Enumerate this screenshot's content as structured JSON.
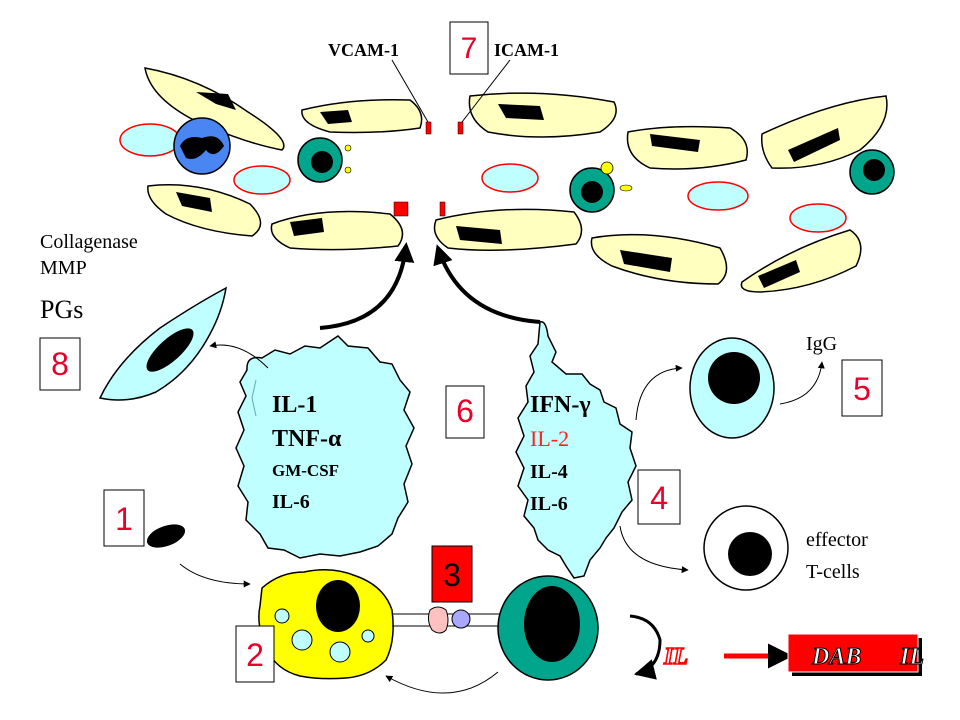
{
  "labels": {
    "vcam": "VCAM-1",
    "icam": "ICAM-1",
    "collagenase": "Collagenase",
    "mmp": "MMP",
    "pgs": "PGs",
    "igg": "IgG",
    "effector": "effector",
    "tcells": "T-cells"
  },
  "left_cytokines": {
    "il1": "IL-1",
    "tnf": "TNF-α",
    "gmcsf": "GM-CSF",
    "il6": "IL-6"
  },
  "right_cytokines": {
    "ifn": "IFN-γ",
    "il2": "IL-2",
    "il4": "IL-4",
    "il6": "IL-6"
  },
  "boxes": {
    "b1": "1",
    "b2": "2",
    "b3": "3",
    "b4": "4",
    "b5": "5",
    "b6": "6",
    "b7": "7",
    "b8": "8"
  },
  "drug": {
    "label": "DAB",
    "target_left": "IL",
    "target_right": "IL"
  },
  "colors": {
    "endothelium": "#ffffc0",
    "cytokine_cloud": "#c0ffff",
    "apc": "#ffff00",
    "tcell": "#00a58c",
    "red_box": "#ff0000",
    "number_red": "#e8002a",
    "blue_cell": "#4a86f2",
    "il2_red": "#ff2020"
  }
}
